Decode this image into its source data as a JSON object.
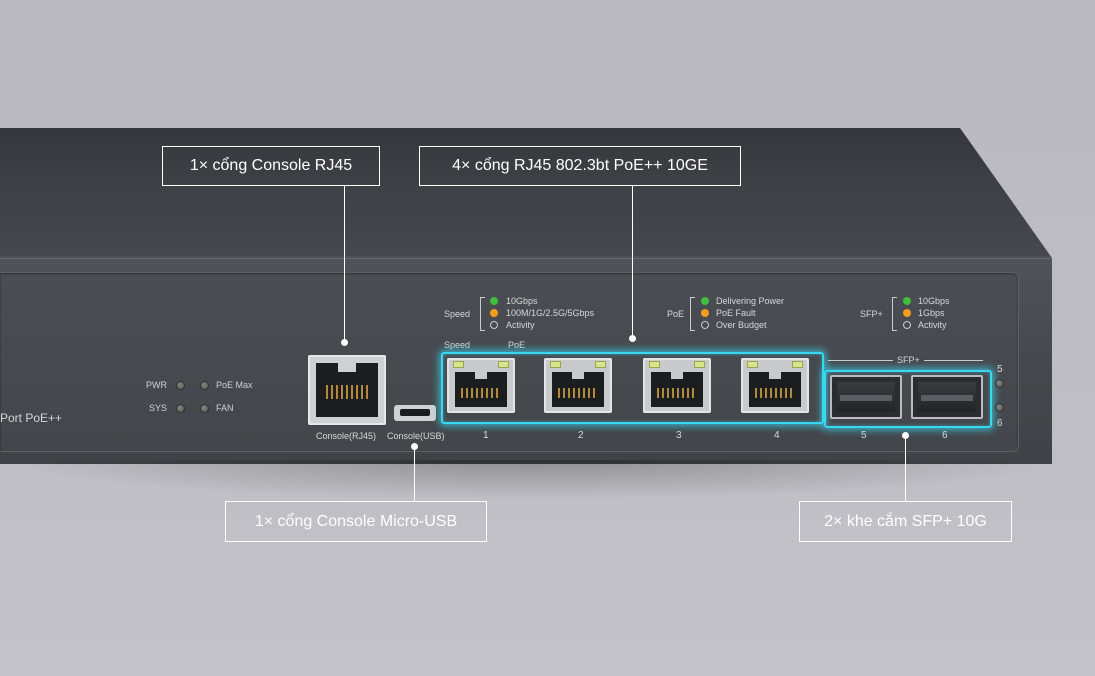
{
  "device": {
    "model_text": "Port PoE++",
    "status_leds": [
      "PWR",
      "PoE Max",
      "SYS",
      "FAN"
    ],
    "console_rj45_label": "Console(RJ45)",
    "console_usb_label": "Console(USB)",
    "speed_label": "Speed",
    "poe_label": "PoE",
    "legend_speed": {
      "title": "Speed",
      "items": [
        "10Gbps",
        "100M/1G/2.5G/5Gbps",
        "Activity"
      ]
    },
    "legend_poe": {
      "title": "PoE",
      "items": [
        "Delivering Power",
        "PoE Fault",
        "Over Budget"
      ]
    },
    "legend_sfp": {
      "title": "SFP+",
      "items": [
        "10Gbps",
        "1Gbps",
        "Activity"
      ]
    },
    "sfp_band_label": "SFP+",
    "port_numbers": [
      "1",
      "2",
      "3",
      "4",
      "5",
      "6"
    ],
    "side_led_numbers": [
      "5",
      "6"
    ]
  },
  "callouts": {
    "console_rj45": "1× cổng Console RJ45",
    "rj45_poe": "4× cổng RJ45 802.3bt  PoE++ 10GE",
    "console_usb": "1× cổng Console Micro-USB",
    "sfp_slots": "2× khe cắm SFP+ 10G"
  },
  "colors": {
    "highlight": "#39d7f0",
    "led_green": "#3fbf3f",
    "led_orange": "#f39c21"
  }
}
